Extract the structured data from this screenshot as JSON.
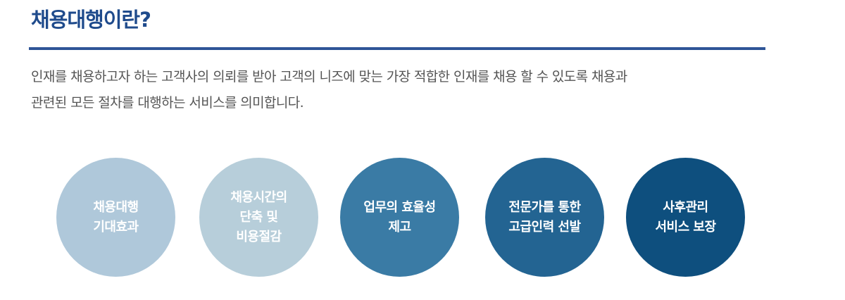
{
  "heading": {
    "title": "채용대행이란?"
  },
  "description": {
    "line1": "인재를 채용하고자 하는 고객사의 의뢰를 받아 고객의 니즈에 맞는 가장 적합한 인재를 채용 할 수 있도록 채용과",
    "line2": "관련된 모든 절차를 대행하는 서비스를 의미합니다."
  },
  "colors": {
    "title": "#1f4b8c",
    "divider": "#2f5597",
    "circle1": "#afc8da",
    "circle2": "#b7ceda",
    "circle3": "#3a7ba5",
    "circle4": "#236492",
    "circle5": "#0e4f7e"
  },
  "benefits": [
    {
      "lines": [
        "채용대행",
        "기대효과"
      ]
    },
    {
      "lines": [
        "채용시간의",
        "단축 및",
        "비용절감"
      ]
    },
    {
      "lines": [
        "업무의 효율성",
        "제고"
      ]
    },
    {
      "lines": [
        "전문가를 통한",
        "고급인력 선발"
      ]
    },
    {
      "lines": [
        "사후관리",
        "서비스 보장"
      ]
    }
  ]
}
